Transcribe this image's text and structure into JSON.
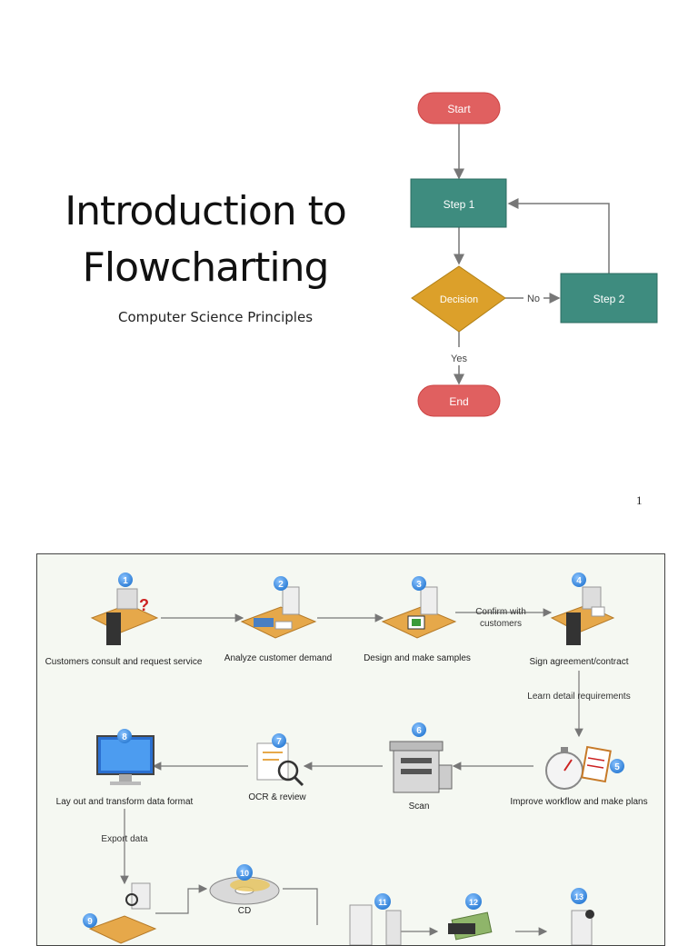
{
  "slide": {
    "title_line1": "Introduction to",
    "title_line2": "Flowcharting",
    "subtitle": "Computer Science Principles",
    "page_number": "1"
  },
  "flowchart": {
    "start": "Start",
    "step1": "Step 1",
    "decision": "Decision",
    "step2": "Step 2",
    "end": "End",
    "no_label": "No",
    "yes_label": "Yes",
    "colors": {
      "terminal": "#e06060",
      "process": "#3e8c7f",
      "decision": "#dca02a",
      "arrow": "#777777"
    }
  },
  "process_diagram": {
    "steps": [
      {
        "number": "1",
        "label": "Customers consult and request service"
      },
      {
        "number": "2",
        "label": "Analyze customer demand"
      },
      {
        "number": "3",
        "label": "Design and make samples"
      },
      {
        "number": "4",
        "label": "Sign agreement/contract"
      },
      {
        "number": "5",
        "label": "Improve workflow and make plans"
      },
      {
        "number": "6",
        "label": "Scan"
      },
      {
        "number": "7",
        "label": "OCR & review"
      },
      {
        "number": "8",
        "label": "Lay out and transform data  format"
      },
      {
        "number": "9",
        "label": ""
      },
      {
        "number": "10",
        "label": "CD"
      },
      {
        "number": "11",
        "label": ""
      },
      {
        "number": "12",
        "label": ""
      },
      {
        "number": "13",
        "label": ""
      }
    ],
    "edge_labels": {
      "confirm_line1": "Confirm with",
      "confirm_line2": "customers",
      "learn": "Learn detail requirements",
      "export": "Export data"
    },
    "colors": {
      "badge": "#2f7fd6",
      "desk": "#e6a84a",
      "arrow": "#777777"
    }
  }
}
